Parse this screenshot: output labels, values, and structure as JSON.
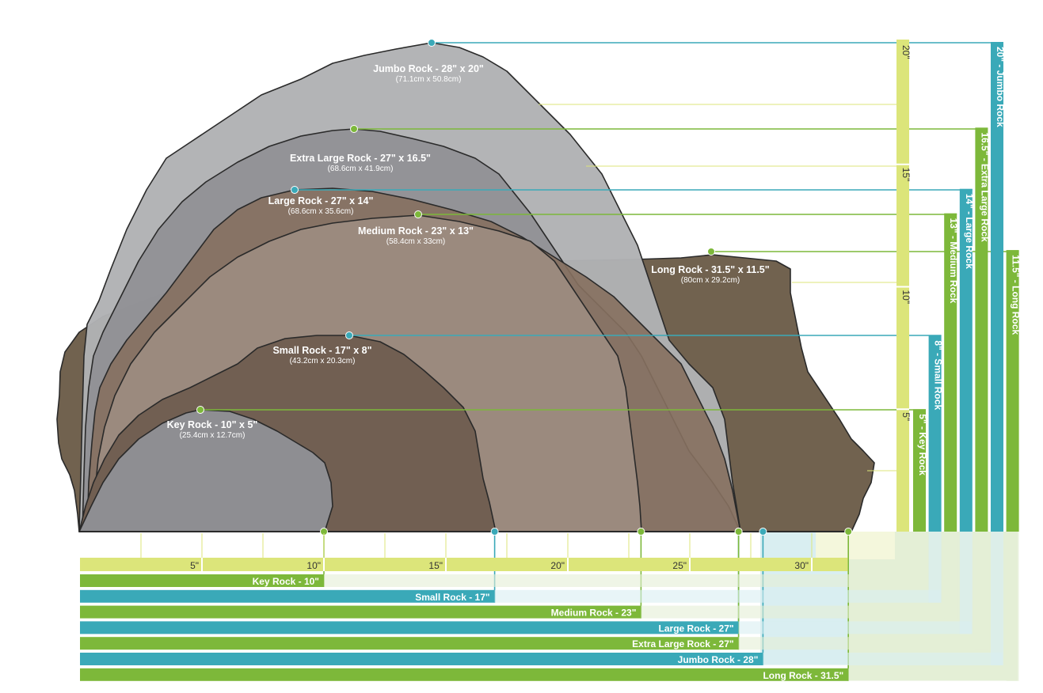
{
  "colors": {
    "lime": "#dce57a",
    "lime_light": "#eef3c4",
    "green": "#7db83a",
    "green_light": "#e4efd6",
    "teal": "#3aa9b8",
    "teal_light": "#d9eef1",
    "gray_jumbo": "#b1b2b4",
    "gray_xl": "#8f8f93",
    "brown_large": "#86705f",
    "mauve_medium": "#9c8c80",
    "brown_long": "#71624f",
    "brown_small": "#715f52",
    "gray_key": "#8e8e92",
    "outline": "#2a2a2a"
  },
  "rocks": [
    {
      "id": "jumbo",
      "title": "Jumbo Rock - 28\" x 20\"",
      "metric": "(71.1cm x 50.8cm)"
    },
    {
      "id": "xl",
      "title": "Extra Large Rock - 27\" x 16.5\"",
      "metric": "(68.6cm x 41.9cm)"
    },
    {
      "id": "large",
      "title": "Large Rock - 27\" x 14\"",
      "metric": "(68.6cm x 35.6cm)"
    },
    {
      "id": "medium",
      "title": "Medium Rock - 23\" x 13\"",
      "metric": "(58.4cm x 33cm)"
    },
    {
      "id": "long",
      "title": "Long Rock - 31.5\" x 11.5\"",
      "metric": "(80cm x 29.2cm)"
    },
    {
      "id": "small",
      "title": "Small Rock - 17\" x 8\"",
      "metric": "(43.2cm x 20.3cm)"
    },
    {
      "id": "key",
      "title": "Key Rock - 10\" x 5\"",
      "metric": "(25.4cm x 12.7cm)"
    }
  ],
  "ruler": {
    "horizontal_ticks": [
      "5\"",
      "10\"",
      "15\"",
      "20\"",
      "25\"",
      "30\""
    ],
    "vertical_ticks": [
      "20\"",
      "15\"",
      "10\"",
      "5\""
    ]
  },
  "width_bars": [
    {
      "label": "Key Rock - 10\"",
      "value": 10,
      "color": "green"
    },
    {
      "label": "Small Rock - 17\"",
      "value": 17,
      "color": "teal"
    },
    {
      "label": "Medium Rock - 23\"",
      "value": 23,
      "color": "green"
    },
    {
      "label": "Large Rock - 27\"",
      "value": 27,
      "color": "teal"
    },
    {
      "label": "Extra Large Rock - 27\"",
      "value": 27,
      "color": "green"
    },
    {
      "label": "Jumbo Rock - 28\"",
      "value": 28,
      "color": "teal"
    },
    {
      "label": "Long Rock - 31.5\"",
      "value": 31.5,
      "color": "green"
    }
  ],
  "height_bars": [
    {
      "label": "5\" - Key Rock",
      "value": 5,
      "color": "green"
    },
    {
      "label": "8\" - Small Rock",
      "value": 8,
      "color": "teal"
    },
    {
      "label": "13\" - Medium Rock",
      "value": 13,
      "color": "green"
    },
    {
      "label": "14\" - Large Rock",
      "value": 14,
      "color": "teal"
    },
    {
      "label": "16.5\" - Extra Large Rock",
      "value": 16.5,
      "color": "green"
    },
    {
      "label": "20\" - Jumbo Rock",
      "value": 20,
      "color": "teal"
    },
    {
      "label": "11.5\" - Long Rock",
      "value": 11.5,
      "color": "green"
    }
  ]
}
